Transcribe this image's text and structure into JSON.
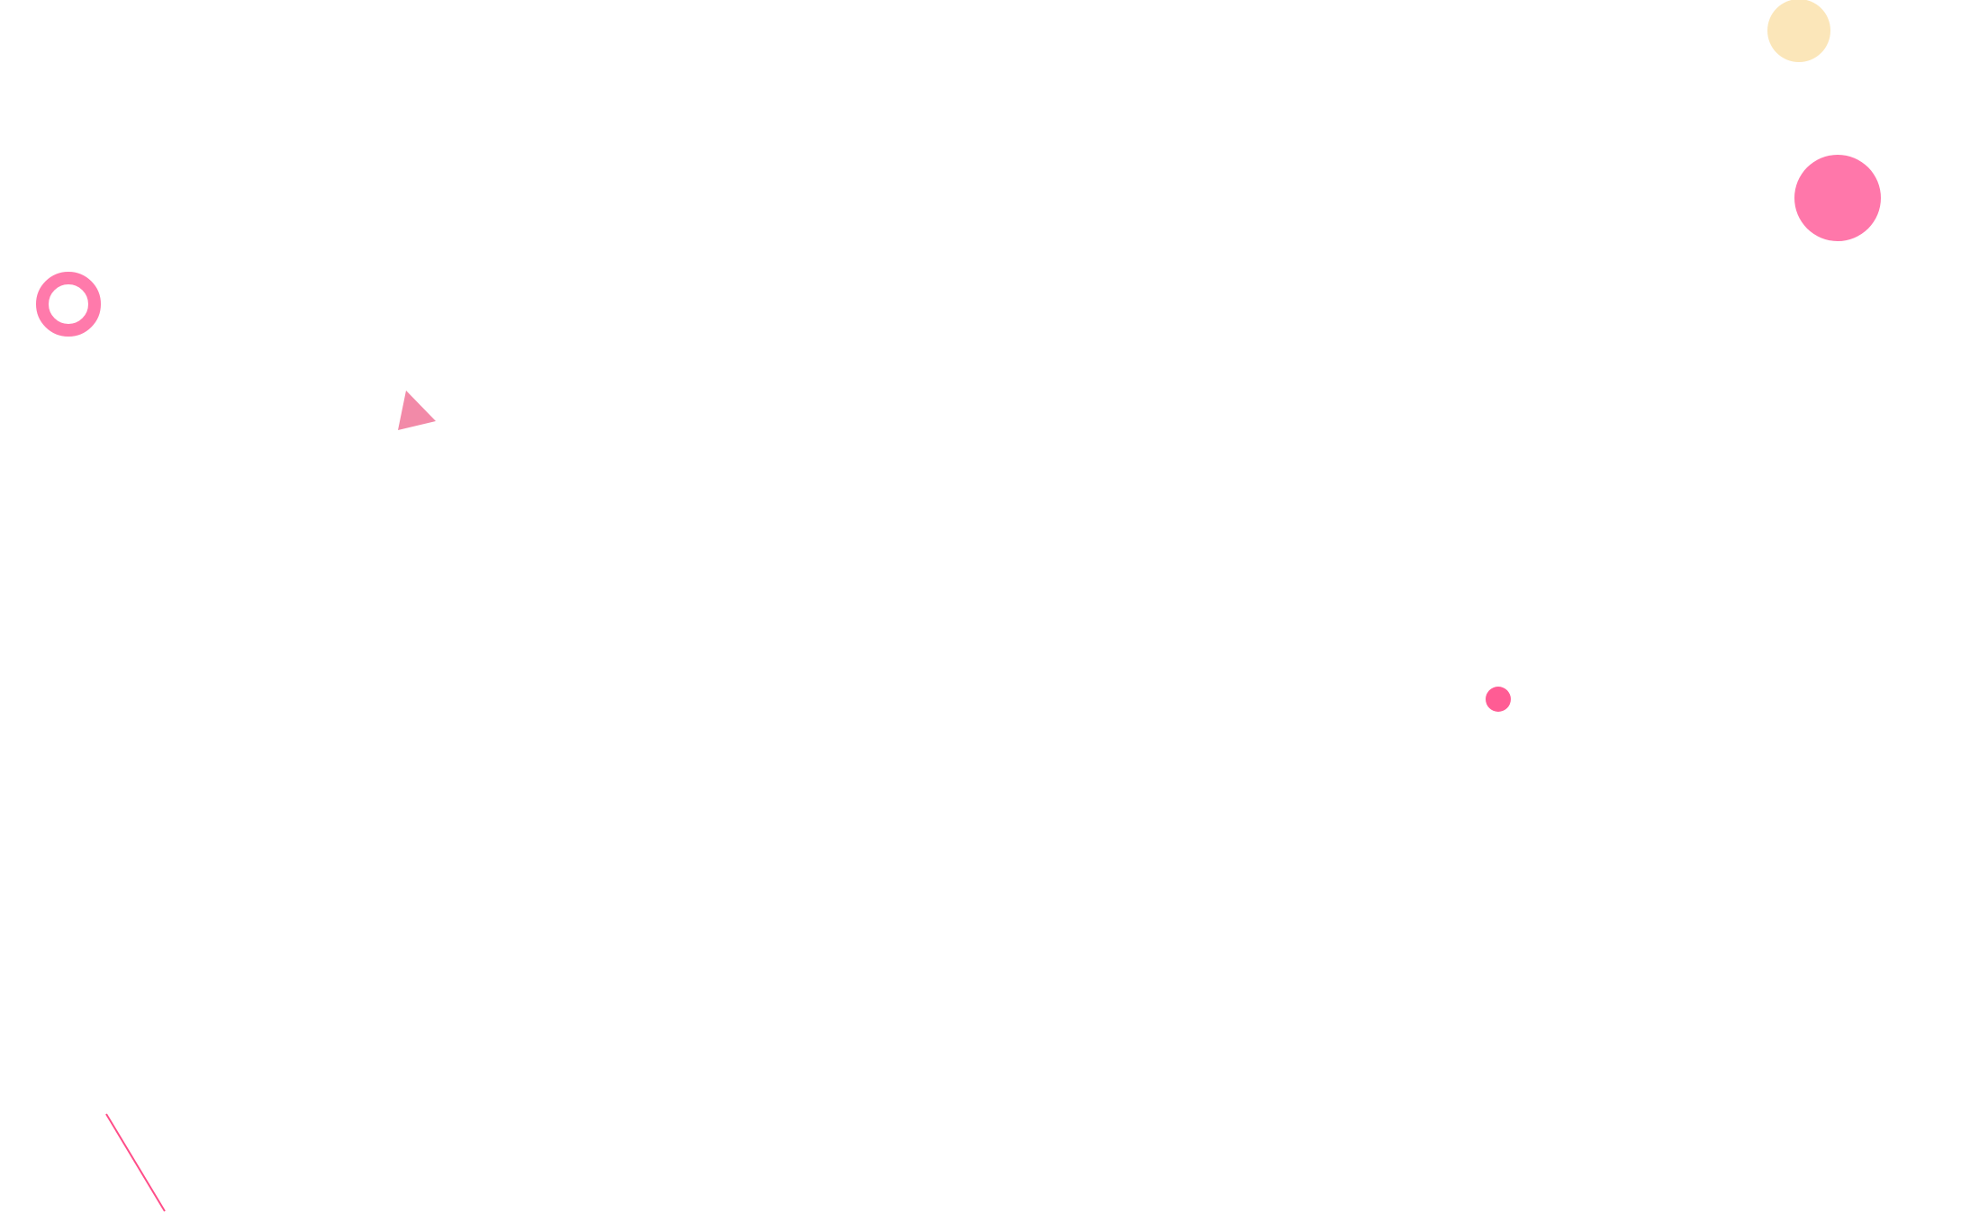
{
  "background": {
    "color": "#ffffff"
  },
  "colors": {
    "peach": "#fbe6b9",
    "pink": "#ff77aa",
    "pink_ring": "#ff7aab",
    "pink_triangle": "#f28aa8",
    "pink_dot": "#ff5c94",
    "pink_line": "#ff4d88"
  },
  "shapes": [
    {
      "kind": "circle",
      "name": "peach-circle-shape",
      "color_key": "peach"
    },
    {
      "kind": "circle",
      "name": "pink-circle-large-shape",
      "color_key": "pink"
    },
    {
      "kind": "ring",
      "name": "pink-ring-shape",
      "color_key": "pink_ring"
    },
    {
      "kind": "triangle",
      "name": "pink-triangle-shape",
      "color_key": "pink_triangle"
    },
    {
      "kind": "dot",
      "name": "pink-dot-shape",
      "color_key": "pink_dot"
    },
    {
      "kind": "line",
      "name": "pink-line-shape",
      "color_key": "pink_line"
    }
  ]
}
